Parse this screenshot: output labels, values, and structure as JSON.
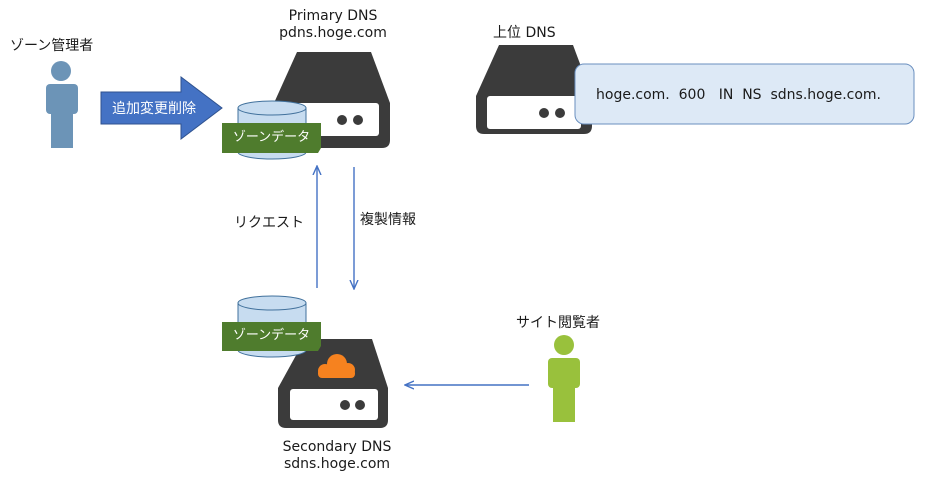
{
  "zone_admin": {
    "label": "ゾーン管理者",
    "color": "#6c94b7"
  },
  "admin_action": {
    "label": "追加変更削除",
    "color": "#4472c4"
  },
  "primary_dns": {
    "title": "Primary DNS",
    "host": "pdns.hoge.com",
    "zone_data_label": "ゾーンデータ"
  },
  "upper_dns": {
    "title": "上位 DNS",
    "record": "hoge.com.  600   IN  NS  sdns.hoge.com."
  },
  "replication": {
    "request_label": "リクエスト",
    "transfer_label": "複製情報"
  },
  "secondary_dns": {
    "title": "Secondary DNS",
    "host": "sdns.hoge.com",
    "zone_data_label": "ゾーンデータ",
    "cloud_color": "#f6821f"
  },
  "site_visitor": {
    "label": "サイト閲覧者",
    "color": "#99c13c"
  },
  "colors": {
    "server_body": "#3b3b3b",
    "zone_tag": "#4f7c2d",
    "db_cylinder": "#c7dcf0",
    "arrow": "#4472c4"
  }
}
